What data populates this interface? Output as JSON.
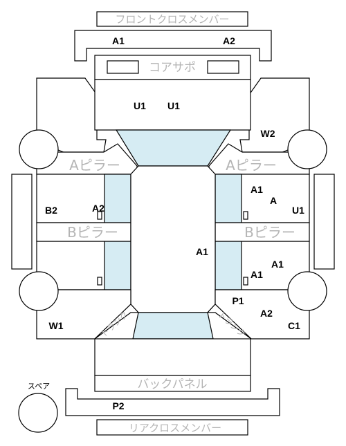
{
  "labels": {
    "front_cross_member": "フロントクロスメンバー",
    "core_support": "コアサポ",
    "a_pillar_left": "Aピラー",
    "a_pillar_right": "Aピラー",
    "b_pillar_left": "Bピラー",
    "b_pillar_right": "Bピラー",
    "back_panel": "バックパネル",
    "rear_cross_member": "リアクロスメンバー",
    "spare": "スペア",
    "trunk_left": "トランク",
    "trunk_right": "トランク"
  },
  "codes": {
    "front_a1": "A1",
    "front_a2": "A2",
    "roof_u1_left": "U1",
    "roof_u1_right": "U1",
    "w2": "W2",
    "right_a1_top": "A1",
    "right_a": "A",
    "right_u1": "U1",
    "left_b2": "B2",
    "left_a2": "A2",
    "center_a1": "A1",
    "right_a1_mid": "A1",
    "right_a1_low": "A1",
    "p1": "P1",
    "right_a2": "A2",
    "w1": "W1",
    "c1": "C1",
    "p2": "P2"
  },
  "colors": {
    "line": "#000000",
    "glass": "#d6ecf3",
    "muted_text": "#b4b4b4"
  }
}
